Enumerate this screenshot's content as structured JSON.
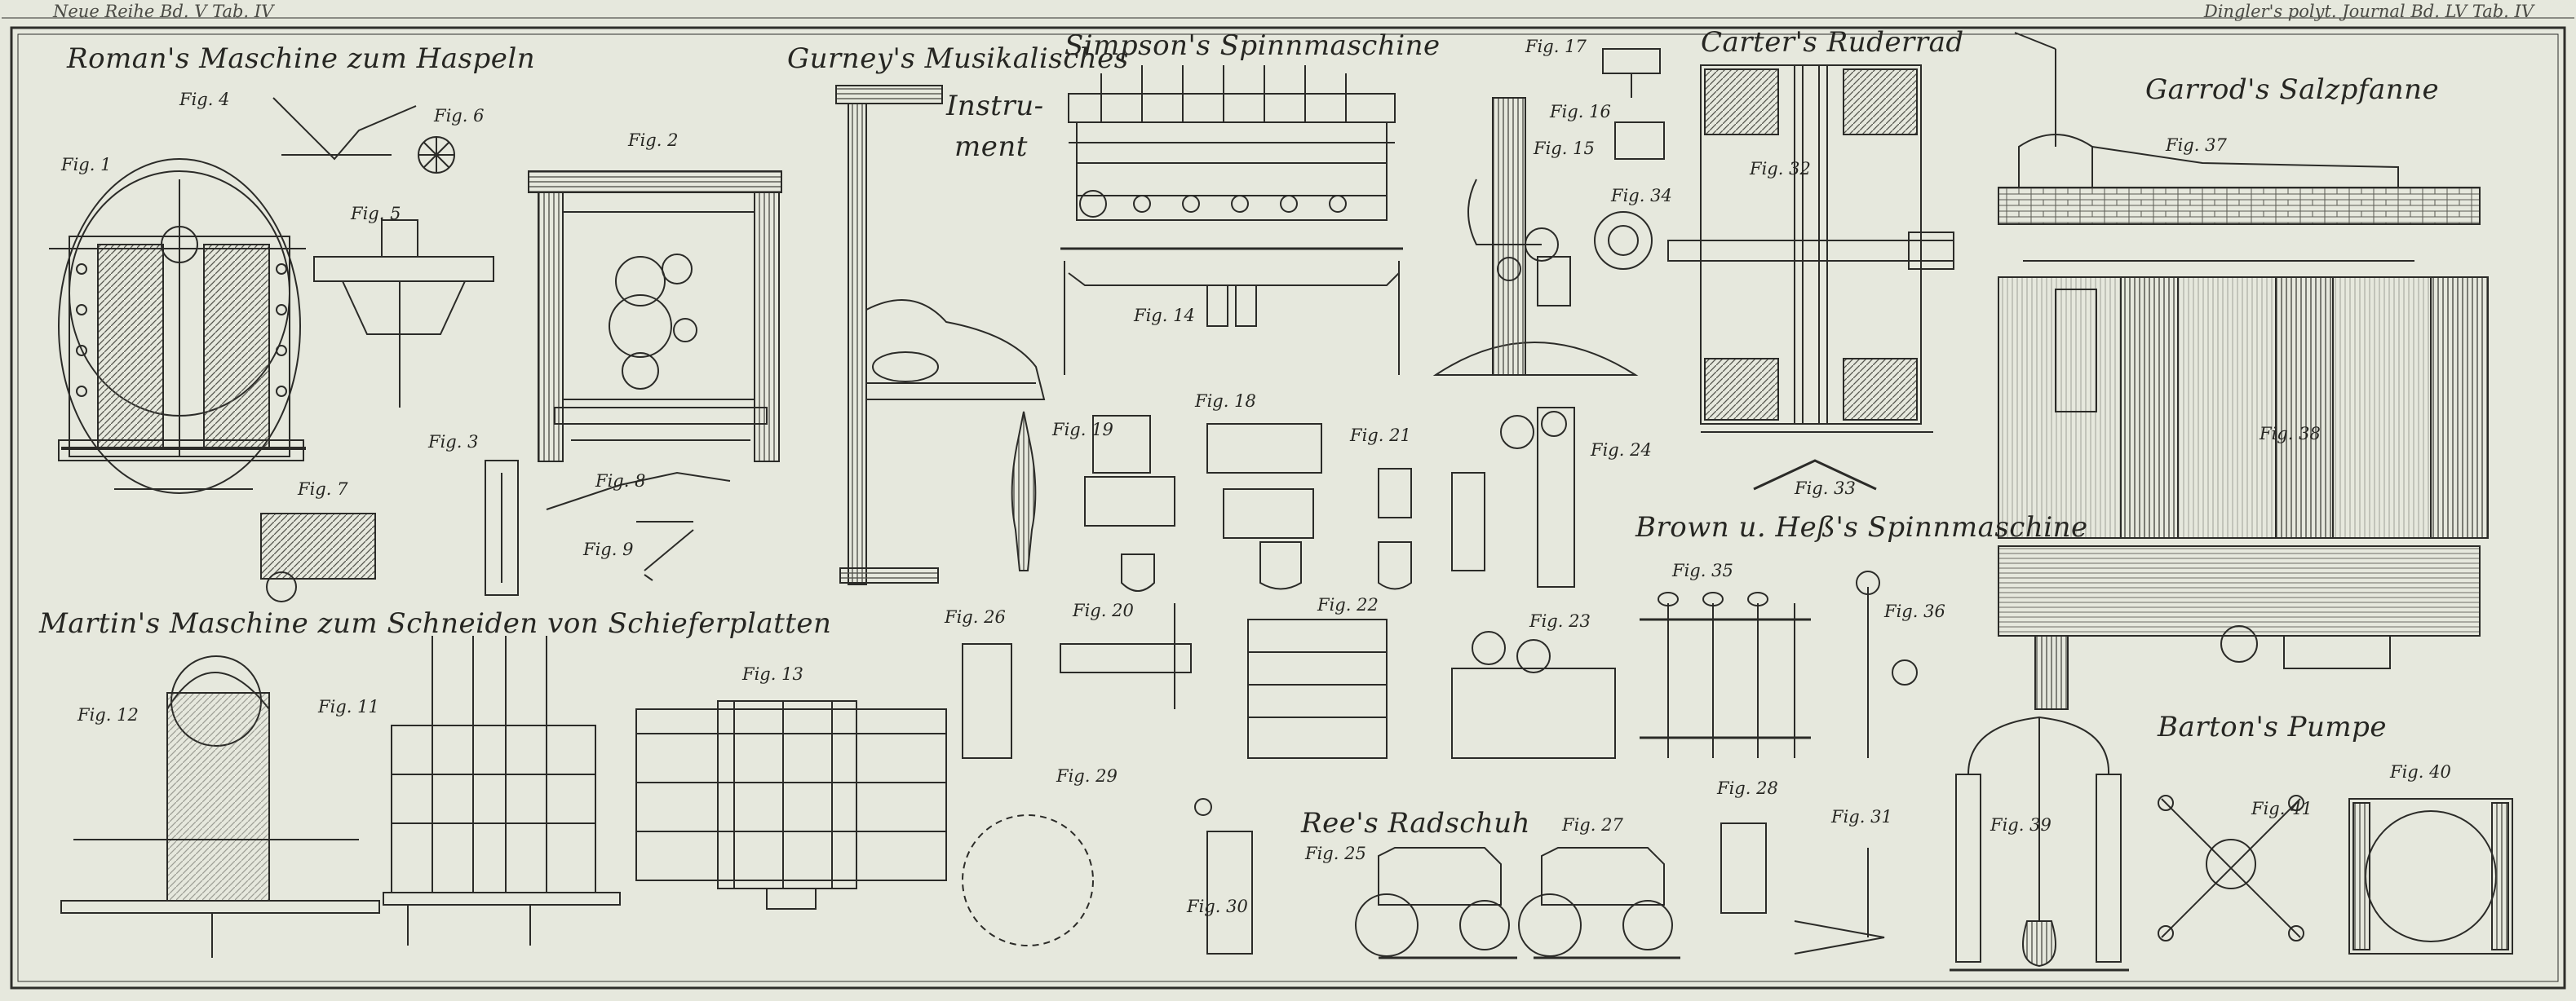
{
  "header": {
    "left": "Neue Reihe Bd. V Tab. IV",
    "right": "Dingler's polyt. Journal Bd. LV Tab. IV"
  },
  "captions": {
    "roman": "Roman's Maschine zum Haspeln",
    "gurney_1": "Gurney's Musikalisches",
    "gurney_2": "Instru-",
    "gurney_3": "ment",
    "simpson": "Simpson's Spinnmaschine",
    "carter": "Carter's Ruderrad",
    "garrod": "Garrod's Salzpfanne",
    "martin": "Martin's Maschine zum Schneiden von Schieferplatten",
    "brown": "Brown u. Heß's Spinnmaschine",
    "barton": "Barton's Pumpe",
    "ree": "Ree's Radschuh"
  },
  "figures": {
    "f1": "Fig. 1",
    "f2": "Fig. 2",
    "f3": "Fig. 3",
    "f4": "Fig. 4",
    "f5": "Fig. 5",
    "f6": "Fig. 6",
    "f7": "Fig. 7",
    "f8": "Fig. 8",
    "f9": "Fig. 9",
    "f11": "Fig. 11",
    "f12": "Fig. 12",
    "f13": "Fig. 13",
    "f14": "Fig. 14",
    "f15": "Fig. 15",
    "f16": "Fig. 16",
    "f17": "Fig. 17",
    "f18": "Fig. 18",
    "f19": "Fig. 19",
    "f20": "Fig. 20",
    "f21": "Fig. 21",
    "f22": "Fig. 22",
    "f23": "Fig. 23",
    "f24": "Fig. 24",
    "f25": "Fig. 25",
    "f26": "Fig. 26",
    "f27": "Fig. 27",
    "f28": "Fig. 28",
    "f29": "Fig. 29",
    "f30": "Fig. 30",
    "f31": "Fig. 31",
    "f32": "Fig. 32",
    "f33": "Fig. 33",
    "f34": "Fig. 34",
    "f35": "Fig. 35",
    "f36": "Fig. 36",
    "f37": "Fig. 37",
    "f38": "Fig. 38",
    "f39": "Fig. 39",
    "f40": "Fig. 40",
    "f41": "Fig. 41"
  },
  "colors": {
    "paper": "#e6e8dd",
    "ink": "#2b2b28",
    "hatch": "#55554e"
  }
}
